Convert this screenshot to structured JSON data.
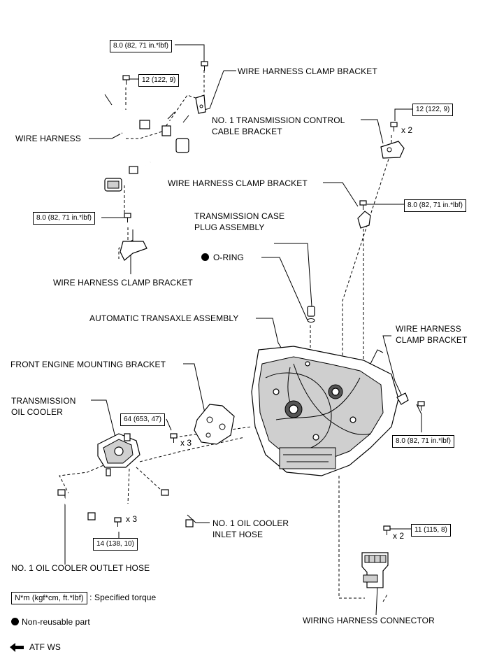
{
  "labels": {
    "wire_harness_clamp_bracket_top": "WIRE HARNESS CLAMP BRACKET",
    "no1_tcc_bracket_line1": "NO. 1 TRANSMISSION CONTROL",
    "no1_tcc_bracket_line2": "CABLE BRACKET",
    "wire_harness": "WIRE HARNESS",
    "wire_harness_clamp_bracket_right": "WIRE HARNESS CLAMP BRACKET",
    "tcpa_line1": "TRANSMISSION CASE",
    "tcpa_line2": "PLUG ASSEMBLY",
    "o_ring": "O-RING",
    "wire_harness_clamp_bracket_left": "WIRE HARNESS CLAMP BRACKET",
    "automatic_transaxle": "AUTOMATIC TRANSAXLE ASSEMBLY",
    "wire_harness_clamp_bracket_lower_line1": "WIRE HARNESS",
    "wire_harness_clamp_bracket_lower_line2": "CLAMP BRACKET",
    "front_engine_mounting_bracket": "FRONT ENGINE MOUNTING BRACKET",
    "transmission_oil_cooler_line1": "TRANSMISSION",
    "transmission_oil_cooler_line2": "OIL COOLER",
    "no1_oil_cooler_inlet_line1": "NO. 1 OIL COOLER",
    "no1_oil_cooler_inlet_line2": "INLET HOSE",
    "no1_oil_cooler_outlet": "NO. 1 OIL COOLER OUTLET HOSE",
    "wiring_harness_connector": "WIRING HARNESS CONNECTOR"
  },
  "torques": {
    "t1": "8.0 (82, 71 in.*lbf)",
    "t2": "12 (122, 9)",
    "t3": "12 (122, 9)",
    "t4": "8.0 (82, 71 in.*lbf)",
    "t5": "8.0 (82, 71 in.*lbf)",
    "t6": "64 (653, 47)",
    "t7": "8.0 (82, 71 in.*lbf)",
    "t8": "14 (138, 10)",
    "t9": "11 (115, 8)"
  },
  "quantities": {
    "q1": "x 2",
    "q2": "x 3",
    "q3": "x 3",
    "q4": "x 2"
  },
  "legend": {
    "torque_unit": "N*m (kgf*cm, ft.*lbf)",
    "torque_desc": ": Specified torque",
    "non_reusable": "Non-reusable part",
    "atf": "ATF WS"
  }
}
